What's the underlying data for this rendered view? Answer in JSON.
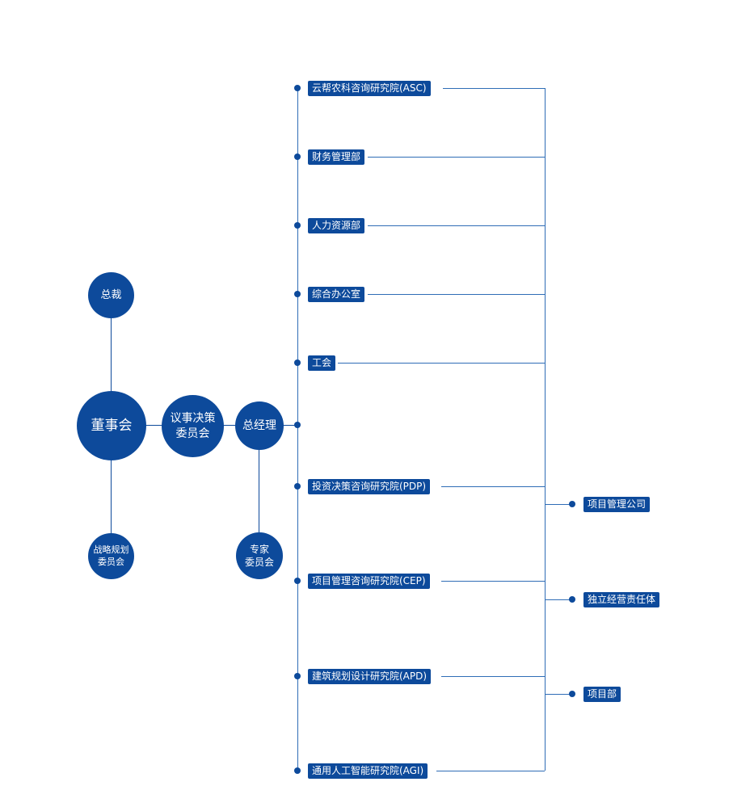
{
  "colors": {
    "primary": "#0d4a9b",
    "line": "#2f6db6",
    "background": "#ffffff"
  },
  "circles": {
    "president": "总裁",
    "board": "董事会",
    "decision_committee": "议事决策\n委员会",
    "general_manager": "总经理",
    "strategy_committee": "战略规划\n委员会",
    "expert_committee": "专家\n委员会"
  },
  "departments": [
    "云帮农科咨询研究院(ASC)",
    "财务管理部",
    "人力资源部",
    "综合办公室",
    "工会",
    "投资决策咨询研究院(PDP)",
    "项目管理咨询研究院(CEP)",
    "建筑规划设计研究院(APD)",
    "通用人工智能研究院(AGI)"
  ],
  "right_units": [
    "项目管理公司",
    "独立经营责任体",
    "项目部"
  ]
}
